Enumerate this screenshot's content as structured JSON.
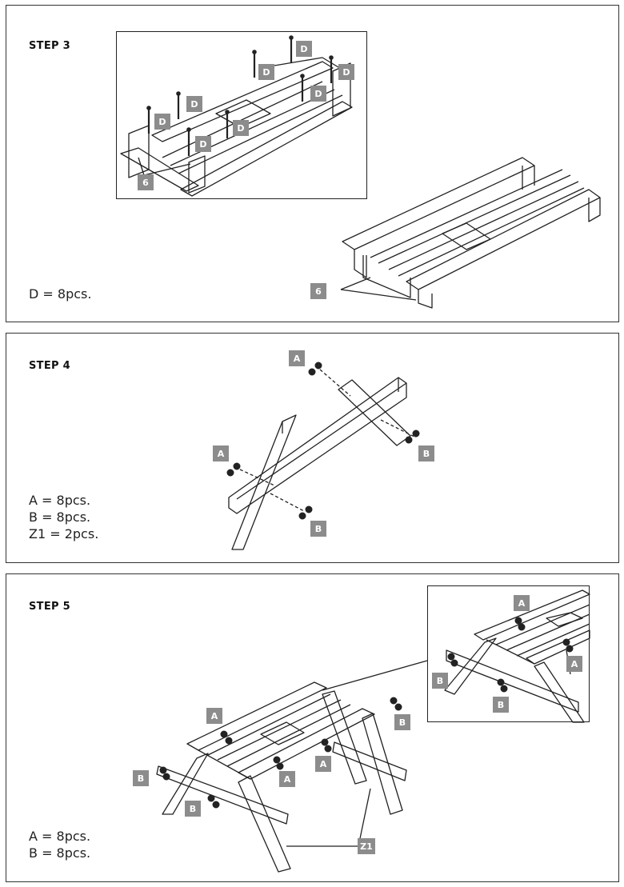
{
  "steps": [
    {
      "title": "STEP 3",
      "quantities": [
        "D = 8pcs."
      ],
      "tags": {
        "bolt": "D",
        "part": "6"
      }
    },
    {
      "title": "STEP 4",
      "quantities": [
        "A = 8pcs.",
        "B = 8pcs.",
        "Z1 = 2pcs."
      ],
      "tags": {
        "nut": "A",
        "bolt": "B"
      }
    },
    {
      "title": "STEP 5",
      "quantities": [
        "A = 8pcs.",
        "B = 8pcs."
      ],
      "tags": {
        "nut": "A",
        "bolt": "B",
        "leg": "Z1"
      }
    }
  ],
  "colors": {
    "tag_fill": "#8c8c8c",
    "line": "#222222",
    "border": "#333333"
  }
}
